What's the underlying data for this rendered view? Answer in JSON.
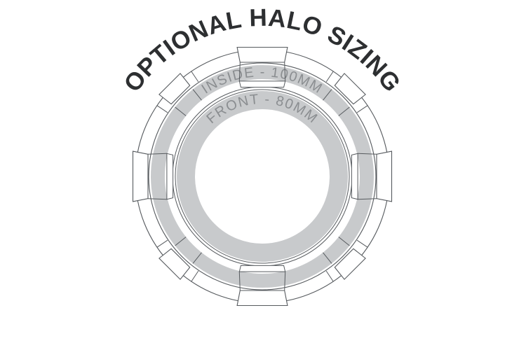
{
  "title": "OPTIONAL HALO SIZING",
  "diagram": {
    "rings": [
      {
        "name": "inside",
        "label": "INSIDE - 100MM"
      },
      {
        "name": "front",
        "label": "FRONT - 80MM"
      }
    ]
  },
  "colors": {
    "background": "#ffffff",
    "title_text": "#2d2f31",
    "ring_fill": "#c8cacc",
    "ring_label_text": "#8b8e91",
    "line_art": "#565a5e"
  }
}
